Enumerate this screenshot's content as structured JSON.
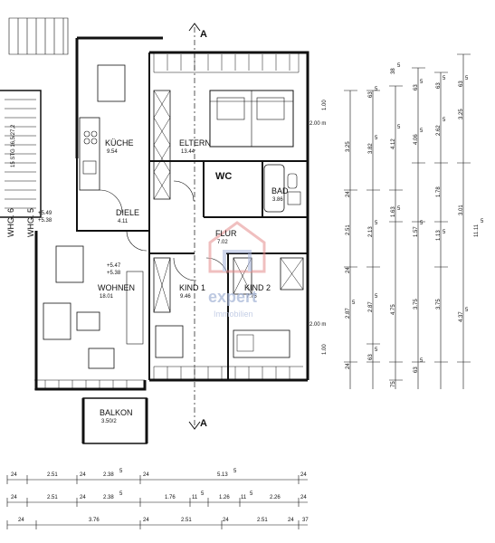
{
  "section_marks": {
    "top": "A",
    "bottom": "A"
  },
  "rooms": [
    {
      "id": "kueche",
      "name": "KÜCHE",
      "area": "9.54"
    },
    {
      "id": "eltern",
      "name": "ELTERN",
      "area": "13.44"
    },
    {
      "id": "wc",
      "name": "WC",
      "area": ""
    },
    {
      "id": "bad",
      "name": "BAD",
      "area": "3.86"
    },
    {
      "id": "diele",
      "name": "DIELE",
      "area": "4.11"
    },
    {
      "id": "flur",
      "name": "FLUR",
      "area": "7.02"
    },
    {
      "id": "wohnen",
      "name": "WOHNEN",
      "area": "18.01"
    },
    {
      "id": "kind1",
      "name": "KIND 1",
      "area": "9.46"
    },
    {
      "id": "kind2",
      "name": "KIND 2",
      "area": "7.75"
    },
    {
      "id": "balkon",
      "name": "BALKON",
      "area": "3.50/2"
    }
  ],
  "neighbors": {
    "whg6": "WHG. 6",
    "whg5": "WHG. 5"
  },
  "levels": [
    {
      "id": "level-a",
      "top": "+5.49",
      "bottom": "+5.38"
    },
    {
      "id": "level-b",
      "top": "+5.47",
      "bottom": "+5.38"
    }
  ],
  "stair_text": "15 STG 16,5/27,2",
  "window_heights": [
    {
      "id": "wh-1",
      "a": "2.00 m",
      "b": "1.00"
    },
    {
      "id": "wh-2",
      "a": "2.00 m",
      "b": "1.00"
    }
  ],
  "dims_bottom_1": [
    "24",
    "2.51",
    "24",
    "2.38",
    "5",
    "24",
    "5.13",
    "5",
    "24"
  ],
  "dims_bottom_2": [
    "24",
    "2.51",
    "24",
    "2.38",
    "5",
    "1.76",
    "11",
    "5",
    "1.26",
    "11",
    "5",
    "2.26",
    "24"
  ],
  "dims_bottom_3": [
    "24",
    "3.76",
    "24",
    "2.51",
    "24",
    "2.51",
    "24",
    "37"
  ],
  "dims_right_1": [
    "3.25",
    "24",
    "2.51",
    "24",
    "2.87",
    "5",
    "24"
  ],
  "dims_right_2": [
    "63",
    "5",
    "3.82",
    "5",
    "2.13",
    "5",
    "2.87",
    "5",
    "63",
    "5"
  ],
  "dims_right_3": [
    "38",
    "5",
    "4.12",
    "5",
    "1.63",
    "5",
    "4.75",
    "75"
  ],
  "dims_right_4": [
    "63",
    "5",
    "4.06",
    "5",
    "1.57",
    "5",
    "3.75",
    "63",
    "5"
  ],
  "dims_right_5": [
    "63",
    "5",
    "2.62",
    "5",
    "1.78",
    "1.13",
    "5",
    "3.75"
  ],
  "dims_right_6": [
    "63",
    "5",
    "3.25",
    "3.01",
    "4.37",
    "5"
  ],
  "dims_right_7": [
    "11.11",
    "5"
  ],
  "watermark": {
    "brand": "expert",
    "sub": "Immobilien"
  }
}
